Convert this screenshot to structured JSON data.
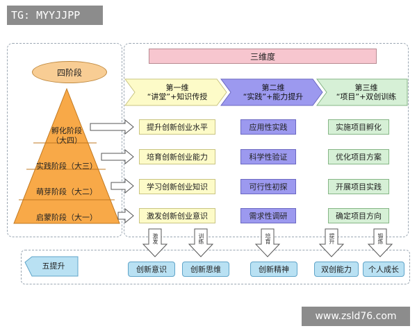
{
  "watermark_top": "TG: MYYJJPP",
  "watermark_bottom": "www.zsld76.com",
  "title": "三维度",
  "four_stages": {
    "label": "四阶段",
    "levels": [
      {
        "line1": "孵化阶段",
        "line2": "（大四）"
      },
      {
        "line1": "实践阶段（大三）",
        "line2": ""
      },
      {
        "line1": "萌芽阶段（大二）",
        "line2": ""
      },
      {
        "line1": "启蒙阶段（大一）",
        "line2": ""
      }
    ]
  },
  "dimensions": [
    {
      "line1": "第一维",
      "line2": "“讲堂”+知识传授",
      "color": "#fdfbc8",
      "items": [
        "提升创新创业水平",
        "培育创新创业能力",
        "学习创新创业知识",
        "激发创新创业意识"
      ]
    },
    {
      "line1": "第二维",
      "line2": "“实践”+能力提升",
      "color": "#9c99ef",
      "items": [
        "应用性实践",
        "科学性验证",
        "可行性初探",
        "需求性调研"
      ]
    },
    {
      "line1": "第三维",
      "line2": "“项目”+双创训练",
      "color": "#d6f0d6",
      "items": [
        "实施项目孵化",
        "优化项目方案",
        "开展项目实践",
        "确定项目方向"
      ]
    }
  ],
  "five_improvements": {
    "label": "五提升",
    "items": [
      "创新意识",
      "创新思维",
      "创新精神",
      "双创能力",
      "个人成长"
    ],
    "arrow_labels": [
      "激发",
      "训练",
      "培育",
      "提升",
      "锻炼"
    ]
  }
}
